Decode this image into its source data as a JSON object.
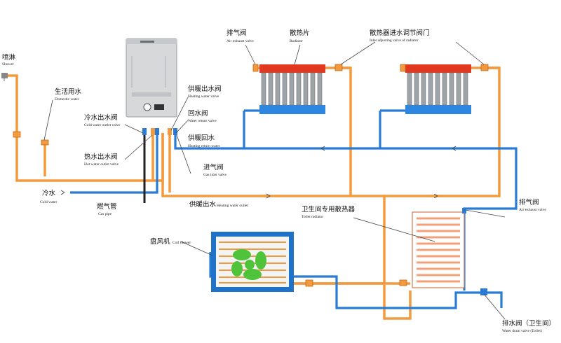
{
  "colors": {
    "hot_pipe": "#f39a3e",
    "cold_pipe": "#2a7bd4",
    "gas_pipe": "#222222",
    "radiator_top": "#e0391f",
    "radiator_bottom": "#2d86e0",
    "boiler_body": "#d6d8da",
    "blower_frame": "#1e73c9",
    "blower_fan": "#4fc43a",
    "toilet_radiator": "#f3a07a"
  },
  "labels": {
    "shower": {
      "zh": "喷淋",
      "en": "Shower"
    },
    "domestic_water": {
      "zh": "生活用水",
      "en": "Domestic water"
    },
    "cold_water_outlet_valve": {
      "zh": "冷水出水阀",
      "en": "Cold water outlet valve"
    },
    "hot_water_outlet_valve": {
      "zh": "热水出水阀",
      "en": "Hot water outlet valve"
    },
    "cold_water": {
      "zh": "冷水",
      "en": "Cold water"
    },
    "gas_pipe": {
      "zh": "燃气管",
      "en": "Cas pipe"
    },
    "heating_water_valve": {
      "zh": "供暖出水阀",
      "en": "Heating water valve"
    },
    "water_return_valve": {
      "zh": "回水阀",
      "en": "Water return valve"
    },
    "heating_return_water": {
      "zh": "供暖回水",
      "en": "Heating return water"
    },
    "gas_inlet_valve": {
      "zh": "进气阀",
      "en": "Gas inlet valve"
    },
    "heating_water_outlet": {
      "zh": "供暖出水",
      "en": "Heating water outlet"
    },
    "air_exhaust_valve_top": {
      "zh": "排气阀",
      "en": "Air exhaust valve"
    },
    "radiator": {
      "zh": "散热片",
      "en": "Radiator"
    },
    "inlet_adjusting_valve": {
      "zh": "散热器进水调节阀门",
      "en": "Inlet adjusting valve of radiator"
    },
    "toilet_radiator": {
      "zh": "卫生间专用散热器",
      "en": "Toilet radiator"
    },
    "air_exhaust_valve_right": {
      "zh": "排气阀",
      "en": "Air exhaust valve"
    },
    "coil_blower": {
      "zh": "盘风机",
      "en": "Coil blower"
    },
    "water_drain_valve": {
      "zh": "排水阀（卫生间）",
      "en": "Water drain valve (Toilet)"
    }
  }
}
